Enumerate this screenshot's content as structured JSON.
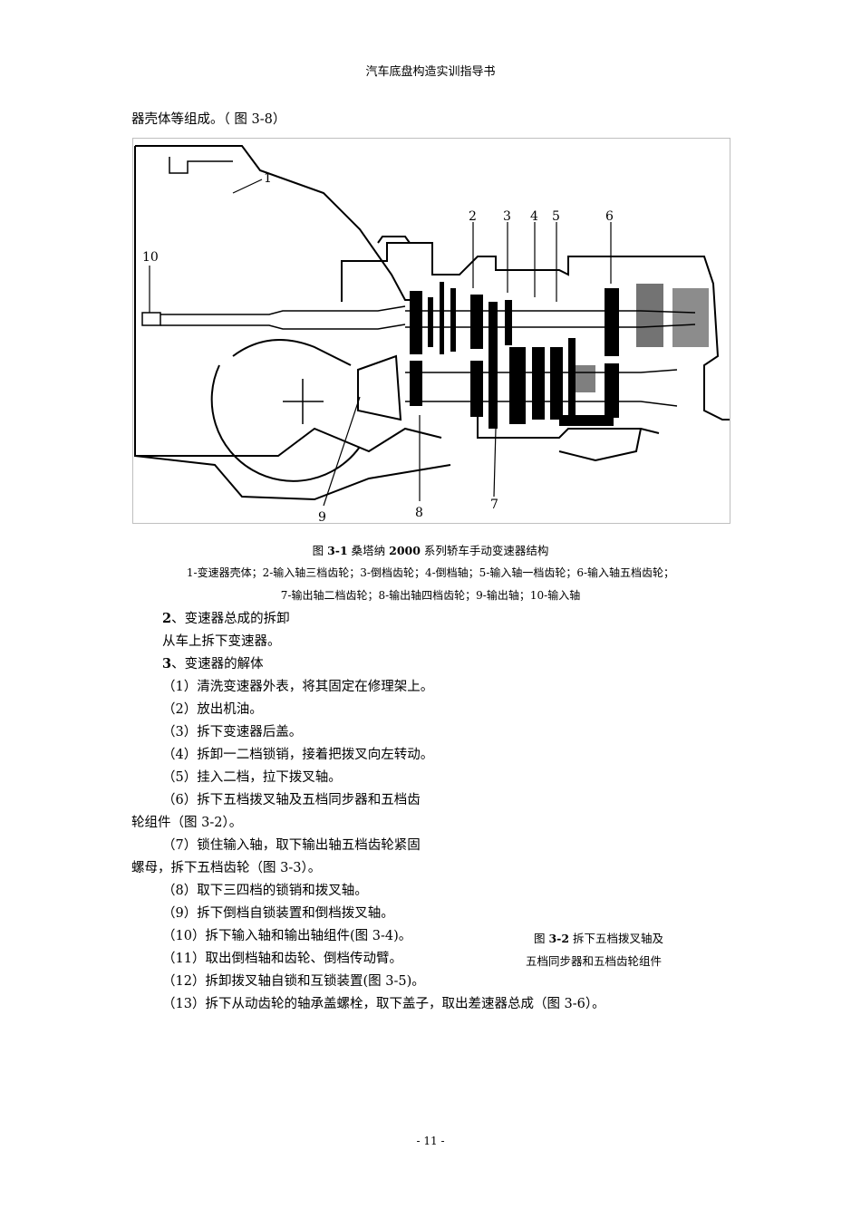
{
  "header": {
    "title": "汽车底盘构造实训指导书"
  },
  "intro": "器壳体等组成。（ 图 3-8）",
  "figure": {
    "labels": [
      "1",
      "2",
      "3",
      "4",
      "5",
      "6",
      "7",
      "8",
      "9",
      "10"
    ]
  },
  "caption": {
    "prefix": "图 ",
    "num": "3-1",
    "mid": " 桑塔纳 ",
    "model": "2000",
    "suffix": " 系列轿车手动变速器结构",
    "legend_line1": "1-变速器壳体；2-输入轴三档齿轮；3-倒档齿轮；4-倒档轴；5-输入轴一档齿轮；6-输入轴五档齿轮；",
    "legend_line2": "7-输出轴二档齿轮；8-输出轴四档齿轮；9-输出轴；10-输入轴"
  },
  "sections": {
    "s2_num": "2",
    "s2_title": "、变速器总成的拆卸",
    "s2_text": "从车上拆下变速器。",
    "s3_num": "3",
    "s3_title": "、变速器的解体"
  },
  "steps": {
    "s1": "（1）清洗变速器外表，将其固定在修理架上。",
    "s2": "（2）放出机油。",
    "s3": "（3）拆下变速器后盖。",
    "s4": "（4）拆卸一二档锁销，接着把拨叉向左转动。",
    "s5": "（5）挂入二档，拉下拨叉轴。",
    "s6a": "（6）拆下五档拨叉轴及五档同步器和五档齿",
    "s6b": "轮组件（图 3-2）。",
    "s7a": "（7）锁住输入轴，取下输出轴五档齿轮紧固",
    "s7b": "螺母，拆下五档齿轮（图 3-3）。",
    "s8": "（8）取下三四档的锁销和拨叉轴。",
    "s9": "（9）拆下倒档自锁装置和倒档拨叉轴。",
    "s10": "（10）拆下输入轴和输出轴组件(图 3-4)。",
    "s11": "（11）取出倒档轴和齿轮、倒档传动臂。",
    "s12": "（12）拆卸拨叉轴自锁和互锁装置(图 3-5)。",
    "s13": "（13）拆下从动齿轮的轴承盖螺栓，取下盖子，取出差速器总成（图 3-6）。"
  },
  "side_caption": {
    "prefix": "图 ",
    "num": "3-2",
    "line1_rest": " 拆下五档拨叉轴及",
    "line2": "五档同步器和五档齿轮组件"
  },
  "footer": {
    "page": "- 11 -"
  }
}
